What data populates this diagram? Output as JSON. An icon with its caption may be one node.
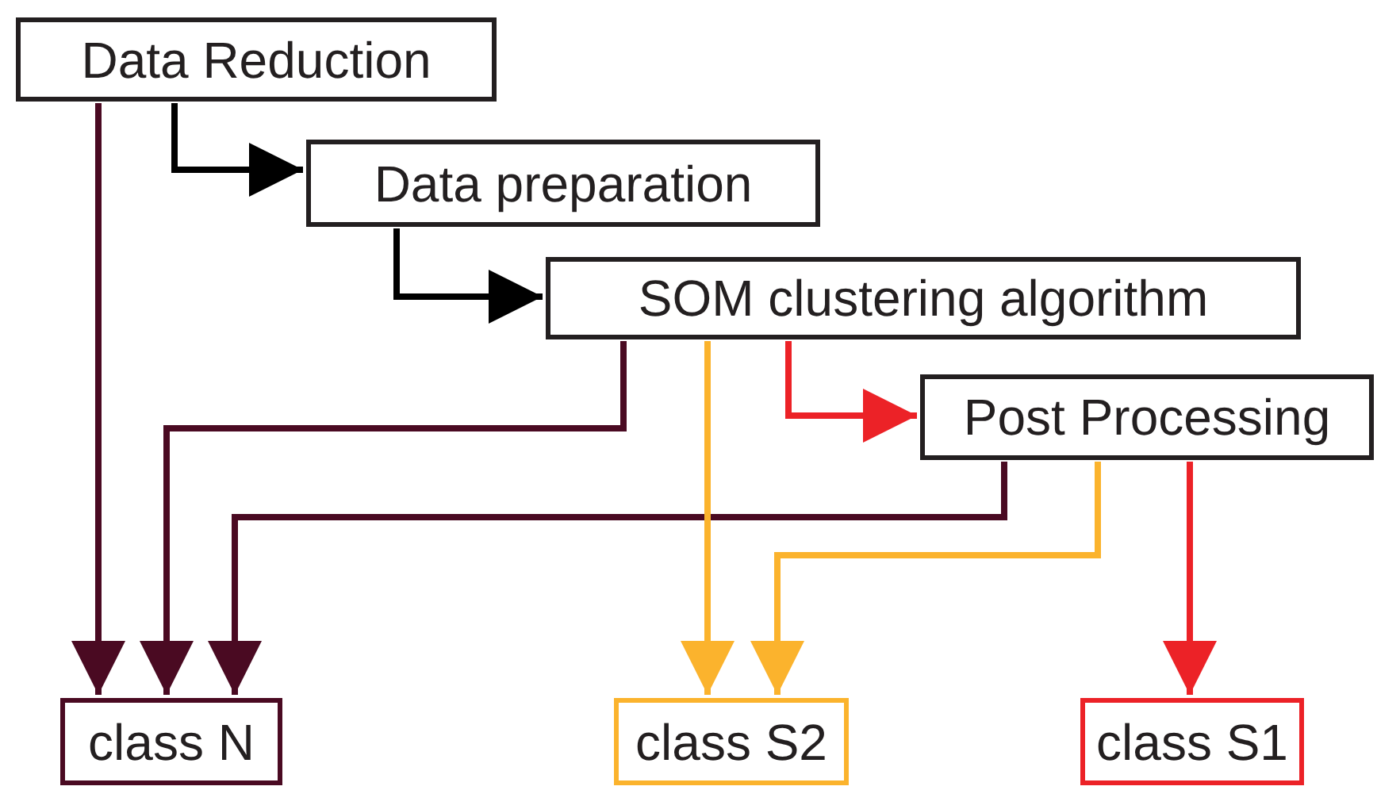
{
  "diagram": {
    "nodes": [
      {
        "text": [
          "Data Reduction"
        ]
      },
      {
        "text": [
          "Data preparation"
        ]
      },
      {
        "text": [
          "SOM clustering algorithm"
        ]
      },
      {
        "text": [
          "Post Processing"
        ]
      },
      {
        "text": [
          "class N"
        ]
      },
      {
        "text": [
          "class S2"
        ]
      },
      {
        "text": [
          "class S1"
        ]
      }
    ],
    "edges": [
      {
        "from": 0,
        "to": 1,
        "arrow": "to",
        "color": "#000000"
      },
      {
        "from": 1,
        "to": 2,
        "arrow": "to",
        "color": "#000000"
      },
      {
        "from": 2,
        "to": 3,
        "arrow": "to",
        "color": "#ec2227"
      },
      {
        "from": 0,
        "to": 4,
        "arrow": "to"
      },
      {
        "from": 2,
        "to": 4,
        "arrow": "to"
      },
      {
        "from": 3,
        "to": 4,
        "arrow": "to"
      },
      {
        "from": 2,
        "to": 5,
        "arrow": "to",
        "color": "#fbb32d"
      },
      {
        "from": 3,
        "to": 5,
        "arrow": "to",
        "color": "#fbb32d"
      },
      {
        "from": 3,
        "to": 6,
        "arrow": "to",
        "color": "#ec2227"
      }
    ]
  }
}
